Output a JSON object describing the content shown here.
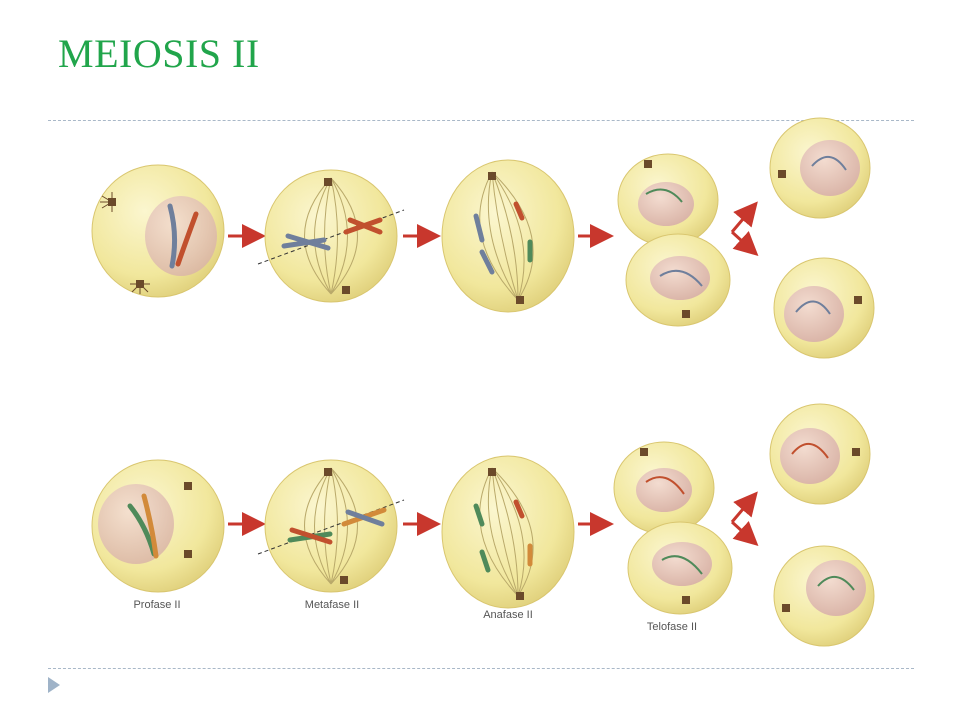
{
  "slide": {
    "title": "MEIOSIS II"
  },
  "colors": {
    "title": "#21a54b",
    "cell_fill": "#f3eba3",
    "cell_edge": "#d9c66f",
    "nucleus": "#e7c9b8",
    "arrow": "#c8372d",
    "chromosome_blue": "#6f7f9c",
    "chromosome_red": "#c1502e",
    "chromosome_green": "#4f8a5a",
    "chromosome_orange": "#d28a3a"
  },
  "diagram": {
    "stage_labels": {
      "prophase": "Profase II",
      "metaphase": "Metafase II",
      "anaphase": "Anafase II",
      "telophase": "Telofase II"
    }
  }
}
